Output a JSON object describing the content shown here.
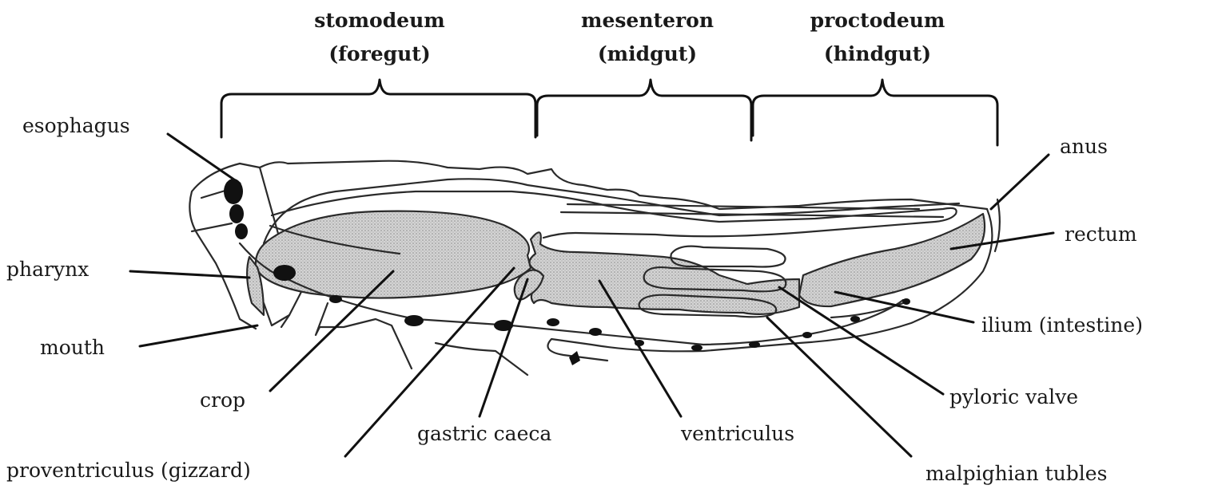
{
  "regions": {
    "foregut": {
      "name": "stomodeum",
      "sub": "(foregut)"
    },
    "midgut": {
      "name": "mesenteron",
      "sub": "(midgut)"
    },
    "hindgut": {
      "name": "proctodeum",
      "sub": "(hindgut)"
    }
  },
  "labels": {
    "esophagus": "esophagus",
    "pharynx": "pharynx",
    "mouth": "mouth",
    "crop": "crop",
    "proventriculus": "proventriculus (gizzard)",
    "gastric_caeca": "gastric caeca",
    "ventriculus": "ventriculus",
    "malpighian": "malpighian tubles",
    "pyloric": "pyloric valve",
    "ilium": "ilium (intestine)",
    "rectum": "rectum",
    "anus": "anus"
  },
  "colors": {
    "stipple": "#c9c9c9",
    "ink": "#111111"
  }
}
